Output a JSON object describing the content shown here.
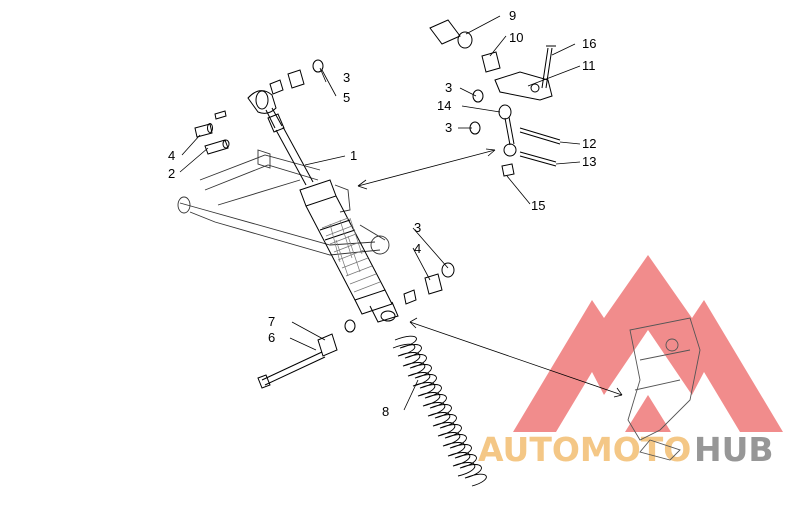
{
  "diagram": {
    "part_labels": [
      "1",
      "2",
      "3",
      "3",
      "3",
      "3",
      "4",
      "4",
      "5",
      "6",
      "7",
      "8",
      "9",
      "10",
      "11",
      "12",
      "13",
      "14",
      "15",
      "16"
    ]
  },
  "watermark": {
    "word_part1": "AUTOMOTO",
    "word_part2": "HUB",
    "color_primary": "#f08080",
    "color_accent": "#f3c27a",
    "color_dark": "#8c8c8c"
  }
}
